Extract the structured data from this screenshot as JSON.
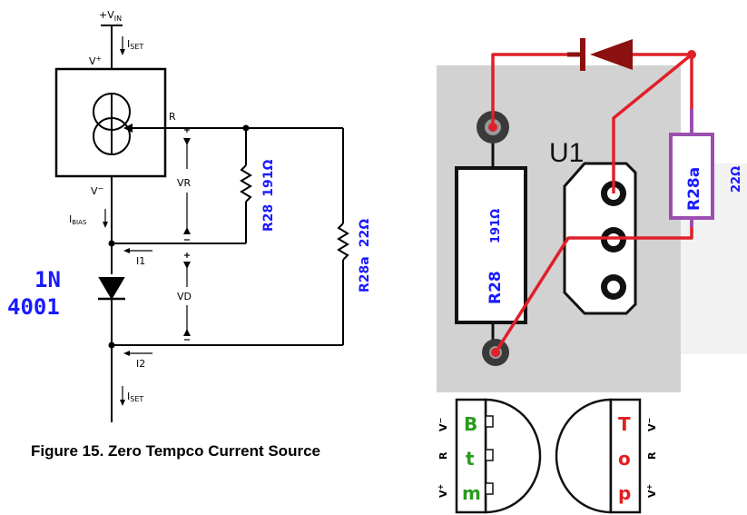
{
  "schematic": {
    "vin_label": "+V",
    "vin_sub": "IN",
    "iset_label": "I",
    "iset_sub": "SET",
    "vplus": "V",
    "vplus_sup": "+",
    "vminus": "V",
    "vminus_sup": "−",
    "r_pin": "R",
    "ibias_label": "I",
    "ibias_sub": "BIAS",
    "vr": "VR",
    "vd": "VD",
    "i1": "I1",
    "i2": "I2",
    "r28": "R28",
    "r28_val": "191Ω",
    "r28a": "R28a",
    "r28a_val": "22Ω",
    "diode_line1": "1N",
    "diode_line2": "4001",
    "caption": "Figure 15.  Zero Tempco Current Source"
  },
  "board": {
    "u1": "U1",
    "r28": "R28",
    "r28_val": "191Ω",
    "r28a": "R28a",
    "r28a_val": "22Ω"
  },
  "pinout": {
    "btm_letters": [
      "B",
      "t",
      "m"
    ],
    "top_letters": [
      "T",
      "o",
      "p"
    ],
    "pin_vminus": "V",
    "pin_vminus_sup": "−",
    "pin_r": "R",
    "pin_vplus": "V",
    "pin_vplus_sup": "+"
  },
  "colors": {
    "blue": "#1a1aff",
    "wire_red": "#e0202a",
    "diode": "#8b1010",
    "purple": "#9b4fb0",
    "green": "#2a9a20",
    "pin_red": "#e02020"
  }
}
